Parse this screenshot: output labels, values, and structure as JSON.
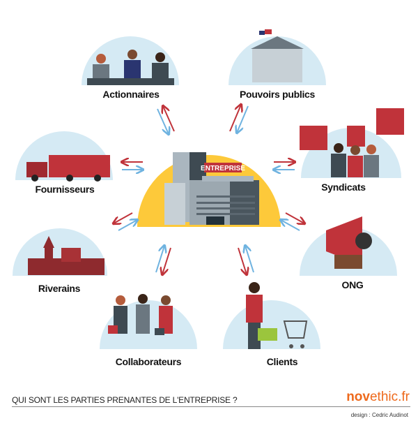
{
  "center": {
    "label": "ENTREPRISE"
  },
  "stakeholders": [
    {
      "label": "Actionnaires"
    },
    {
      "label": "Pouvoirs publics"
    },
    {
      "label": "Fournisseurs"
    },
    {
      "label": "Syndicats"
    },
    {
      "label": "Riverains"
    },
    {
      "label": "ONG"
    },
    {
      "label": "Collaborateurs"
    },
    {
      "label": "Clients"
    }
  ],
  "footer": {
    "title": "QUI SONT LES PARTIES PRENANTES DE L'ENTREPRISE ?",
    "brand_bold": "nov",
    "brand_rest": "ethic.fr",
    "credit": "design : Cedric Audinot"
  },
  "colors": {
    "dome": "#d5eaf4",
    "center": "#fdc93a",
    "red": "#c0333a",
    "blue": "#6fb3e0",
    "brand": "#ee6a1d"
  }
}
